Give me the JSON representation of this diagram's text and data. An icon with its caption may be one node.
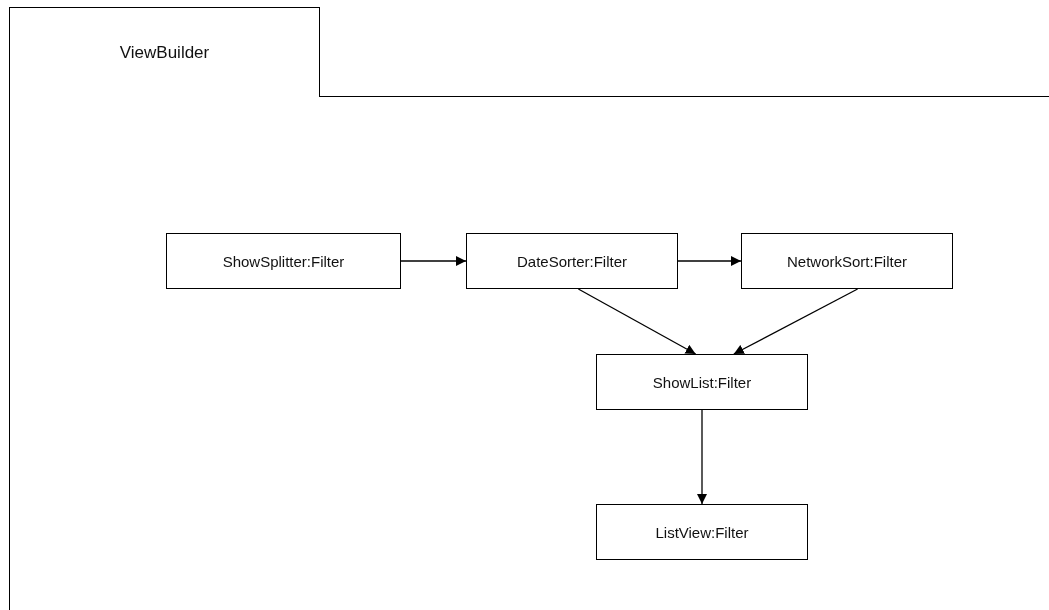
{
  "diagram": {
    "nodes": [
      {
        "text": [
          "ViewBuilder"
        ]
      },
      {
        "text": [
          "ShowSplitter:Filter"
        ],
        "in": 0
      },
      {
        "text": [
          "DateSorter:Filter"
        ],
        "in": 0
      },
      {
        "text": [
          "NetworkSort:Filter"
        ],
        "in": 0
      },
      {
        "text": [
          "ShowList:Filter"
        ],
        "in": 0
      },
      {
        "text": [
          "ListView:Filter"
        ],
        "in": 0
      }
    ],
    "edges": [
      {
        "from": 1,
        "to": 2,
        "arrow": "to"
      },
      {
        "from": 2,
        "to": 3,
        "arrow": "to"
      },
      {
        "from": 2,
        "to": 4,
        "arrow": "to"
      },
      {
        "from": 3,
        "to": 4,
        "arrow": "to"
      },
      {
        "from": 4,
        "to": 5,
        "arrow": "to"
      }
    ]
  }
}
